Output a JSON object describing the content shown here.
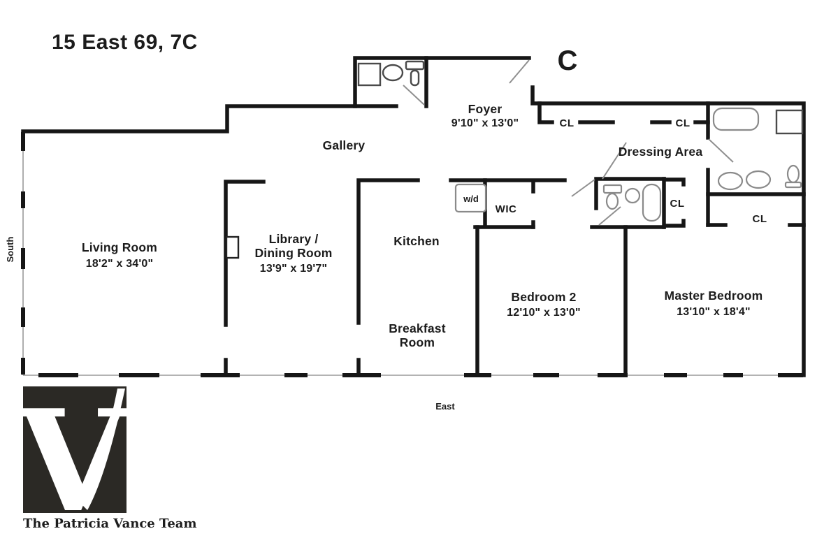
{
  "title": "15 East 69, 7C",
  "entrance": {
    "label": "C"
  },
  "compass": {
    "south": "South",
    "east": "East"
  },
  "rooms": {
    "living_room": {
      "name": "Living Room",
      "dims": "18'2\" x 34'0\""
    },
    "library_dining": {
      "line1": "Library /",
      "line2": "Dining Room",
      "dims": "13'9\" x 19'7\""
    },
    "gallery": {
      "name": "Gallery"
    },
    "foyer": {
      "name": "Foyer",
      "dims": "9'10\" x 13'0\""
    },
    "kitchen": {
      "name": "Kitchen"
    },
    "breakfast_room": {
      "line1": "Breakfast",
      "line2": "Room"
    },
    "wic": {
      "name": "WIC"
    },
    "laundry": {
      "name": "w/d"
    },
    "bedroom_2": {
      "name": "Bedroom 2",
      "dims": "12'10\" x 13'0\""
    },
    "master_bedroom": {
      "name": "Master Bedroom",
      "dims": "13'10\" x 18'4\""
    },
    "dressing_area": {
      "name": "Dressing Area"
    }
  },
  "closets": {
    "foyer_cl_left": "CL",
    "foyer_cl_right": "CL",
    "hall_cl": "CL",
    "master_cl": "CL"
  },
  "branding": {
    "logo_letter": "V",
    "team_name": "The Patricia Vance Team"
  },
  "colors": {
    "wall": "#161616",
    "fixture": "#8a8a8a",
    "window_line": "#9a9a9a",
    "logo_background": "#2b2925",
    "text": "#1c1c1c"
  }
}
